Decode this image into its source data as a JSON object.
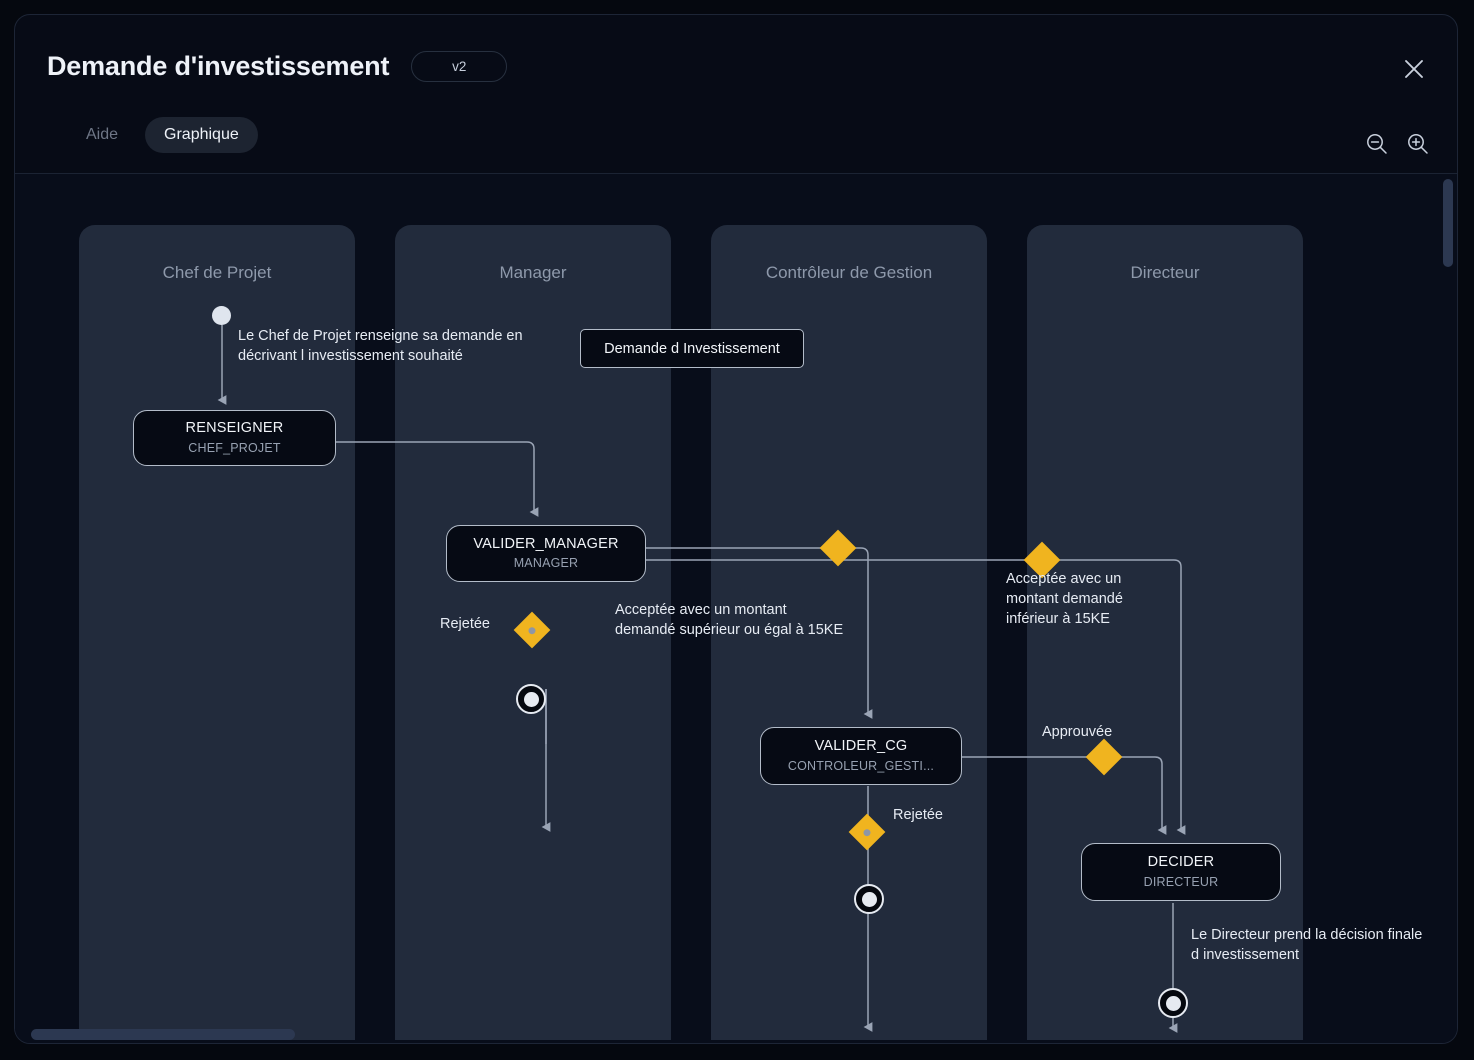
{
  "header": {
    "title": "Demande d'investissement",
    "version_badge": "v2",
    "tabs": [
      {
        "label": "Aide",
        "active": false
      },
      {
        "label": "Graphique",
        "active": true
      }
    ],
    "close_icon": "close-icon",
    "zoom_out_icon": "zoom-out-icon",
    "zoom_in_icon": "zoom-in-icon"
  },
  "colors": {
    "accent_gateway": "#f0b41f",
    "lane_bg": "#222b3c",
    "canvas_bg": "#080d1a",
    "node_border": "#b3bcc9",
    "edge_stroke": "#9aa4b5"
  },
  "diagram": {
    "lanes": [
      {
        "title": "Chef de Projet"
      },
      {
        "title": "Manager"
      },
      {
        "title": "Contrôleur de Gestion"
      },
      {
        "title": "Directeur"
      }
    ],
    "nodes": [
      {
        "id": "renseigner",
        "title": "RENSEIGNER",
        "subtitle": "CHEF_PROJET"
      },
      {
        "id": "valider_manager",
        "title": "VALIDER_MANAGER",
        "subtitle": "MANAGER"
      },
      {
        "id": "valider_cg",
        "title": "VALIDER_CG",
        "subtitle": "CONTROLEUR_GESTI..."
      },
      {
        "id": "decider",
        "title": "DECIDER",
        "subtitle": "DIRECTEUR"
      }
    ],
    "data_objects": [
      {
        "id": "demande",
        "label": "Demande d Investissement"
      }
    ],
    "annotations": [
      {
        "id": "note-start",
        "text": "Le Chef de Projet renseigne sa demande en décrivant l investissement souhaité"
      },
      {
        "id": "note-superieur",
        "text": "Acceptée avec un montant demandé supérieur ou égal à 15KE"
      },
      {
        "id": "note-inferieur",
        "text": "Acceptée avec un montant demandé inférieur à 15KE"
      },
      {
        "id": "note-final",
        "text": "Le Directeur prend la décision finale d investissement"
      }
    ],
    "edge_labels": [
      {
        "id": "rejetee-manager",
        "text": "Rejetée"
      },
      {
        "id": "rejetee-cg",
        "text": "Rejetée"
      },
      {
        "id": "approuvee",
        "text": "Approuvée"
      }
    ]
  }
}
